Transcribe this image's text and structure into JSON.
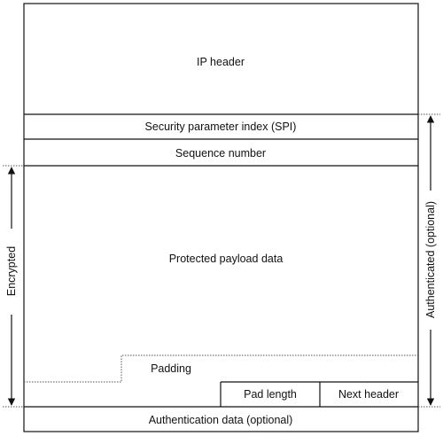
{
  "diagram": {
    "fields": {
      "ip_header": "IP header",
      "spi": "Security parameter index (SPI)",
      "sequence_number": "Sequence number",
      "payload": "Protected payload data",
      "padding": "Padding",
      "pad_length": "Pad length",
      "next_header": "Next header",
      "auth_data": "Authentication data (optional)"
    },
    "ranges": {
      "encrypted": "Encrypted",
      "authenticated": "Authenticated (optional)"
    },
    "colors": {
      "line": "#111111",
      "dotted": "#555555"
    }
  }
}
